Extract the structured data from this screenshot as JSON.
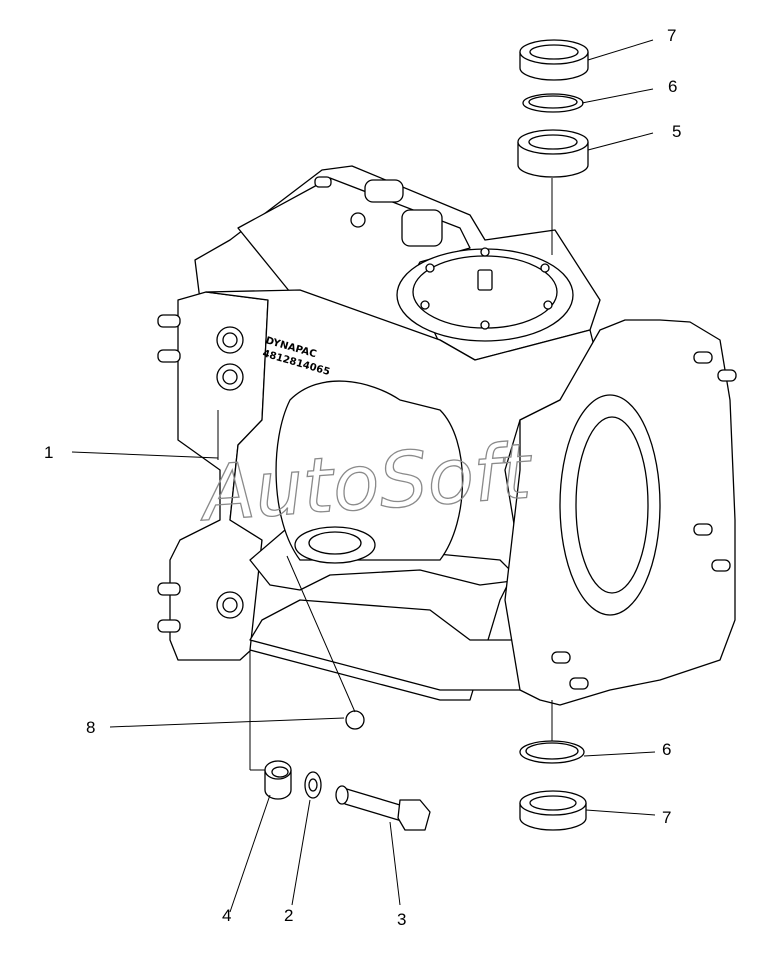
{
  "callouts": {
    "c1": "1",
    "c2": "2",
    "c3": "3",
    "c4": "4",
    "c5": "5",
    "c6_top": "6",
    "c6_bottom": "6",
    "c7_top": "7",
    "c7_bottom": "7",
    "c8": "8"
  },
  "housing_marking": {
    "brand": "DYNAPAC",
    "part_number": "4812814065"
  },
  "watermark": "AutoSoft",
  "colors": {
    "line": "#000000",
    "background": "#ffffff",
    "watermark": "#8a8a8a"
  }
}
